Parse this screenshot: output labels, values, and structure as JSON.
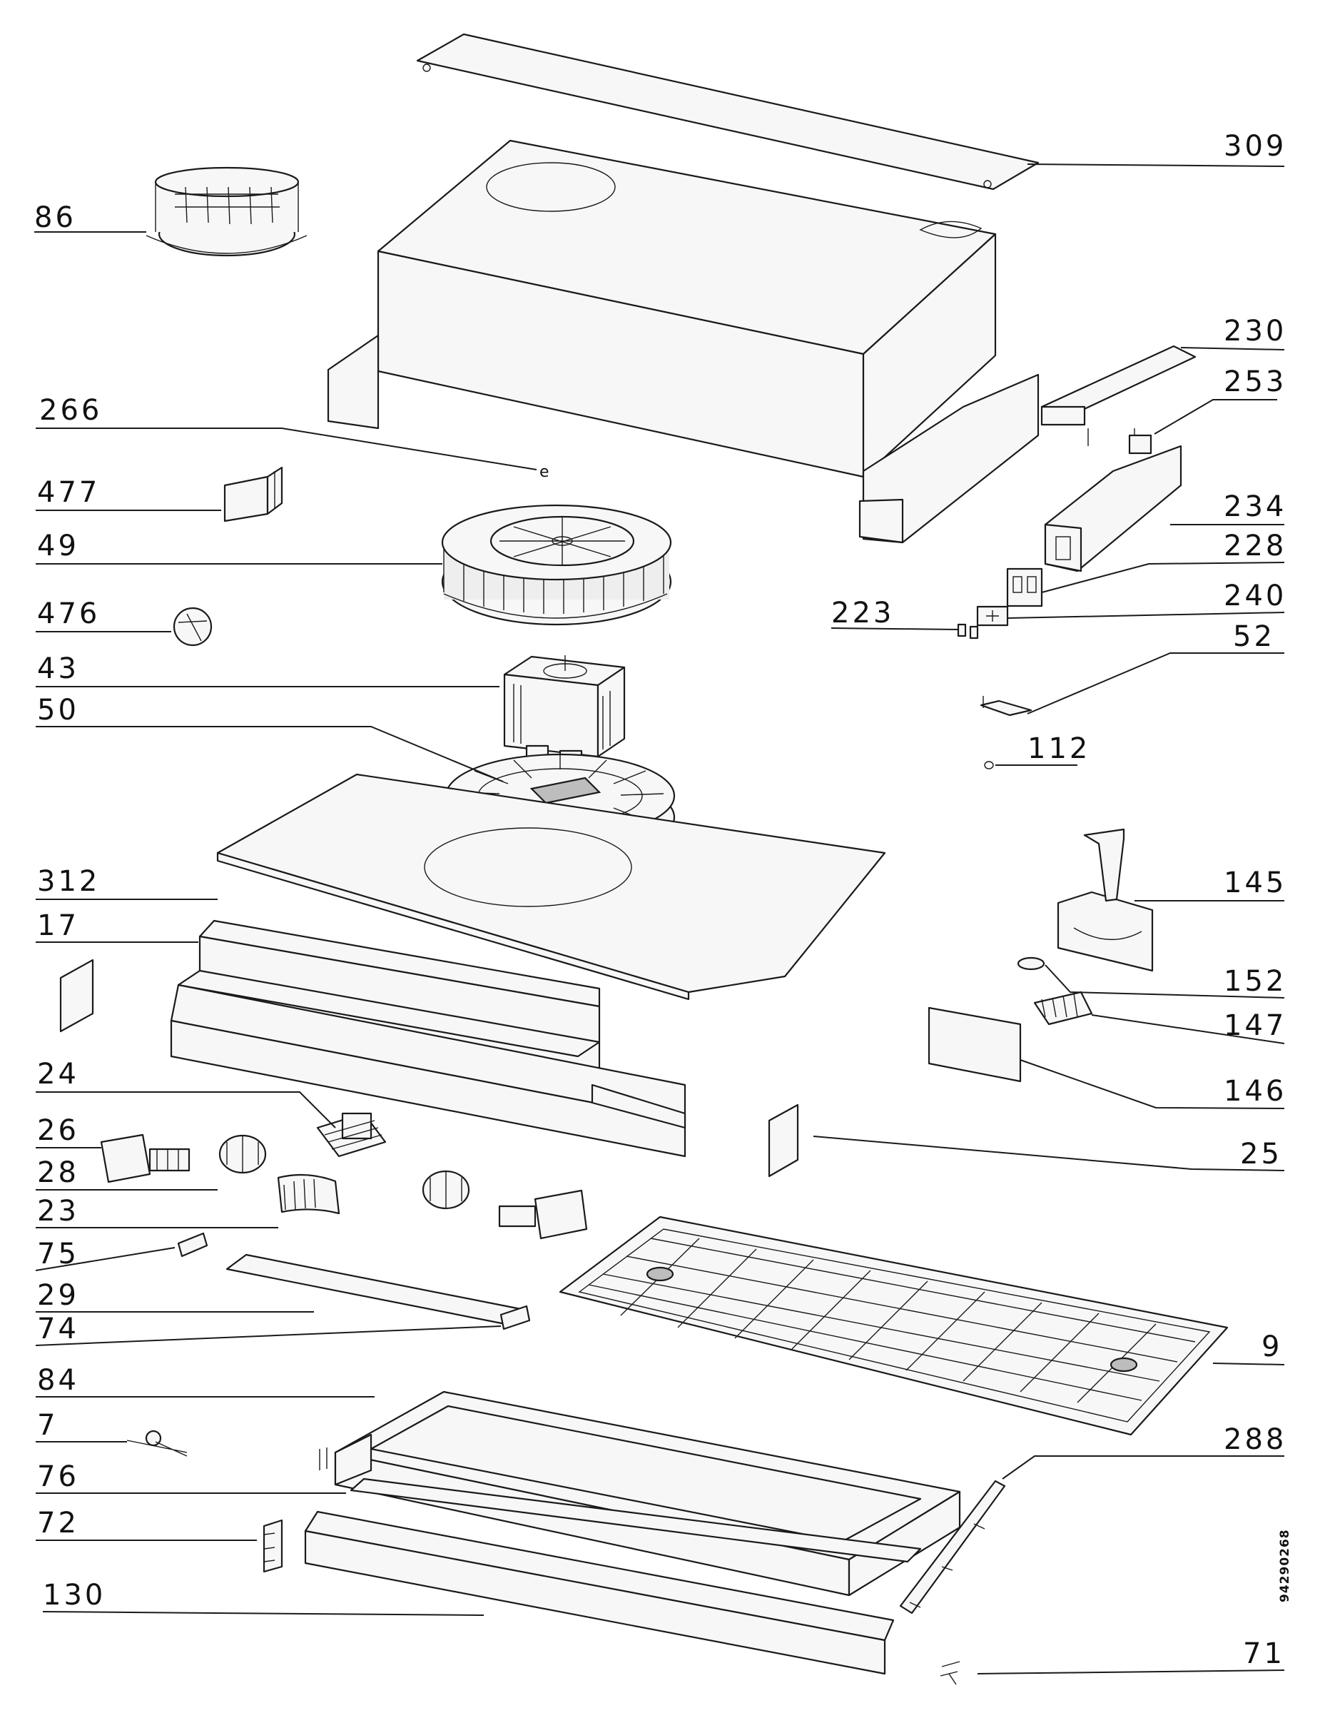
{
  "document_number": "94290268",
  "callouts": [
    {
      "id": "309",
      "text": "309"
    },
    {
      "id": "86",
      "text": "86"
    },
    {
      "id": "230",
      "text": "230"
    },
    {
      "id": "253",
      "text": "253"
    },
    {
      "id": "266",
      "text": "266"
    },
    {
      "id": "477",
      "text": "477"
    },
    {
      "id": "234",
      "text": "234"
    },
    {
      "id": "49",
      "text": "49"
    },
    {
      "id": "228",
      "text": "228"
    },
    {
      "id": "240",
      "text": "240"
    },
    {
      "id": "476",
      "text": "476"
    },
    {
      "id": "223",
      "text": "223"
    },
    {
      "id": "52",
      "text": "52"
    },
    {
      "id": "43",
      "text": "43"
    },
    {
      "id": "50",
      "text": "50"
    },
    {
      "id": "112",
      "text": "112"
    },
    {
      "id": "312",
      "text": "312"
    },
    {
      "id": "145",
      "text": "145"
    },
    {
      "id": "17",
      "text": "17"
    },
    {
      "id": "152",
      "text": "152"
    },
    {
      "id": "147",
      "text": "147"
    },
    {
      "id": "24",
      "text": "24"
    },
    {
      "id": "146",
      "text": "146"
    },
    {
      "id": "26",
      "text": "26"
    },
    {
      "id": "28",
      "text": "28"
    },
    {
      "id": "25",
      "text": "25"
    },
    {
      "id": "23",
      "text": "23"
    },
    {
      "id": "75",
      "text": "75"
    },
    {
      "id": "29",
      "text": "29"
    },
    {
      "id": "74",
      "text": "74"
    },
    {
      "id": "9",
      "text": "9"
    },
    {
      "id": "84",
      "text": "84"
    },
    {
      "id": "7",
      "text": "7"
    },
    {
      "id": "288",
      "text": "288"
    },
    {
      "id": "76",
      "text": "76"
    },
    {
      "id": "72",
      "text": "72"
    },
    {
      "id": "130",
      "text": "130"
    },
    {
      "id": "71",
      "text": "71"
    }
  ]
}
